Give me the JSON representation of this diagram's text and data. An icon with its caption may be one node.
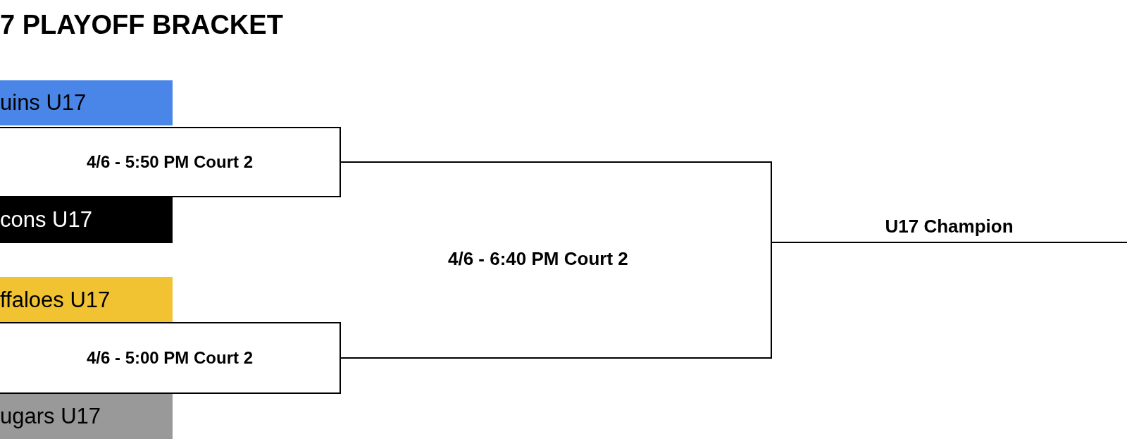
{
  "diagram": {
    "title": "7 PLAYOFF BRACKET",
    "nodes": [
      {
        "text": [
          "uins U17"
        ]
      },
      {
        "text": [
          "cons U17"
        ]
      },
      {
        "text": [
          "ffaloes U17"
        ]
      },
      {
        "text": [
          "ugars U17"
        ]
      },
      {
        "text": [
          "4/6 - 5:50 PM Court 2"
        ]
      },
      {
        "text": [
          "4/6 - 5:00 PM Court 2"
        ]
      },
      {
        "text": [
          "U17 Champion"
        ]
      }
    ],
    "edges": [
      {
        "from": 4,
        "to": 6,
        "arrow": "none"
      },
      {
        "from": 5,
        "to": 6,
        "arrow": "none"
      }
    ],
    "labels": [
      "4/6 - 6:40 PM Court 2"
    ]
  }
}
